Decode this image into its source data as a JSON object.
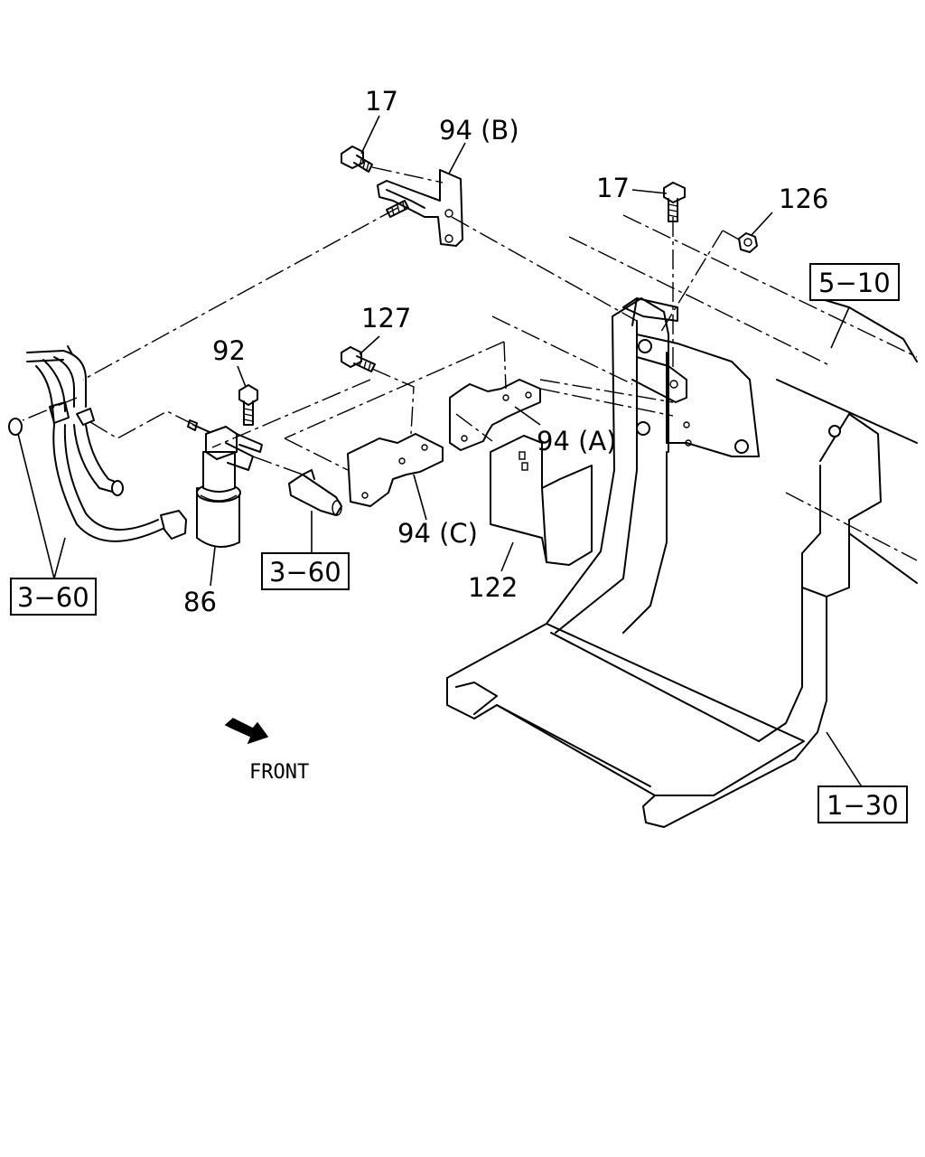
{
  "callouts": {
    "p17_top": "17",
    "p94b": "94 (B)",
    "p17_right": "17",
    "p126": "126",
    "p127": "127",
    "p92": "92",
    "p94a": "94 (A)",
    "p94c": "94 (C)",
    "p122": "122",
    "p86": "86"
  },
  "references": {
    "r510": "5−10",
    "r360_left": "3−60",
    "r360_mid": "3−60",
    "r130": "1−30"
  },
  "direction": {
    "front_label": "FRONT"
  }
}
